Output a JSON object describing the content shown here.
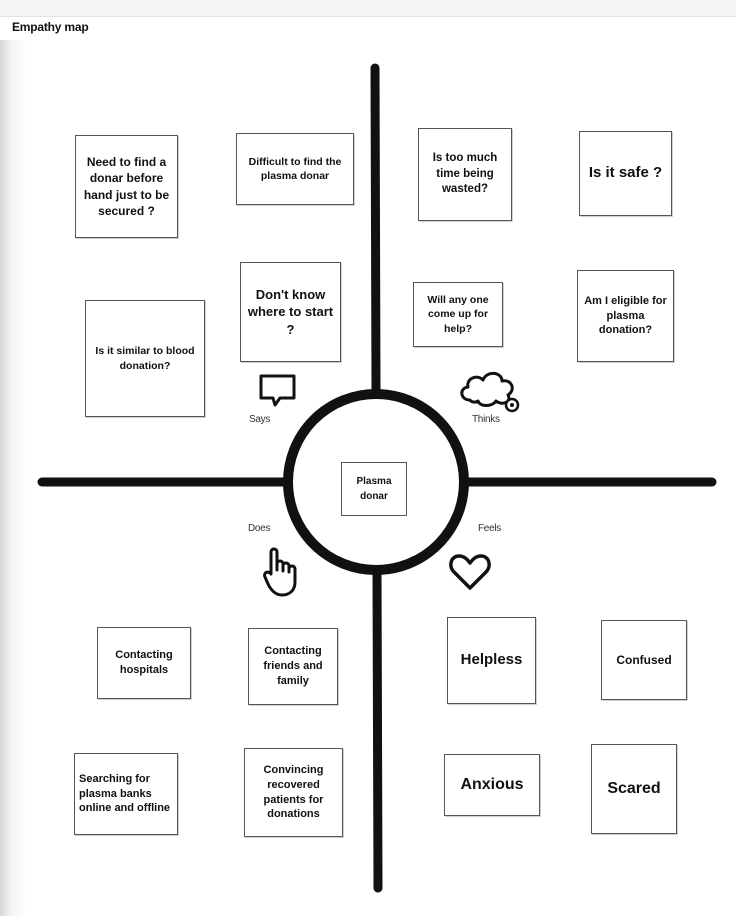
{
  "title": "Empathy map",
  "center": {
    "label": "Plasma donar"
  },
  "quadrants": {
    "says": {
      "label": "Says",
      "icon": "speech-bubble-icon",
      "notes": [
        "Need to find a donar before hand just to be secured ?",
        "Difficult to find the plasma donar",
        "Don't know where to start ?",
        "Is it similar to blood donation?"
      ]
    },
    "thinks": {
      "label": "Thinks",
      "icon": "thought-cloud-icon",
      "notes": [
        "Is too much time being wasted?",
        "Is it safe ?",
        "Will any one come up for help?",
        "Am I eligible for plasma donation?"
      ]
    },
    "does": {
      "label": "Does",
      "icon": "pointing-hand-icon",
      "notes": [
        "Contacting hospitals",
        "Contacting friends and family",
        "Searching for plasma banks online and offline",
        "Convincing recovered patients for donations"
      ]
    },
    "feels": {
      "label": "Feels",
      "icon": "heart-icon",
      "notes": [
        "Helpless",
        "Confused",
        "Anxious",
        "Scared"
      ]
    }
  }
}
